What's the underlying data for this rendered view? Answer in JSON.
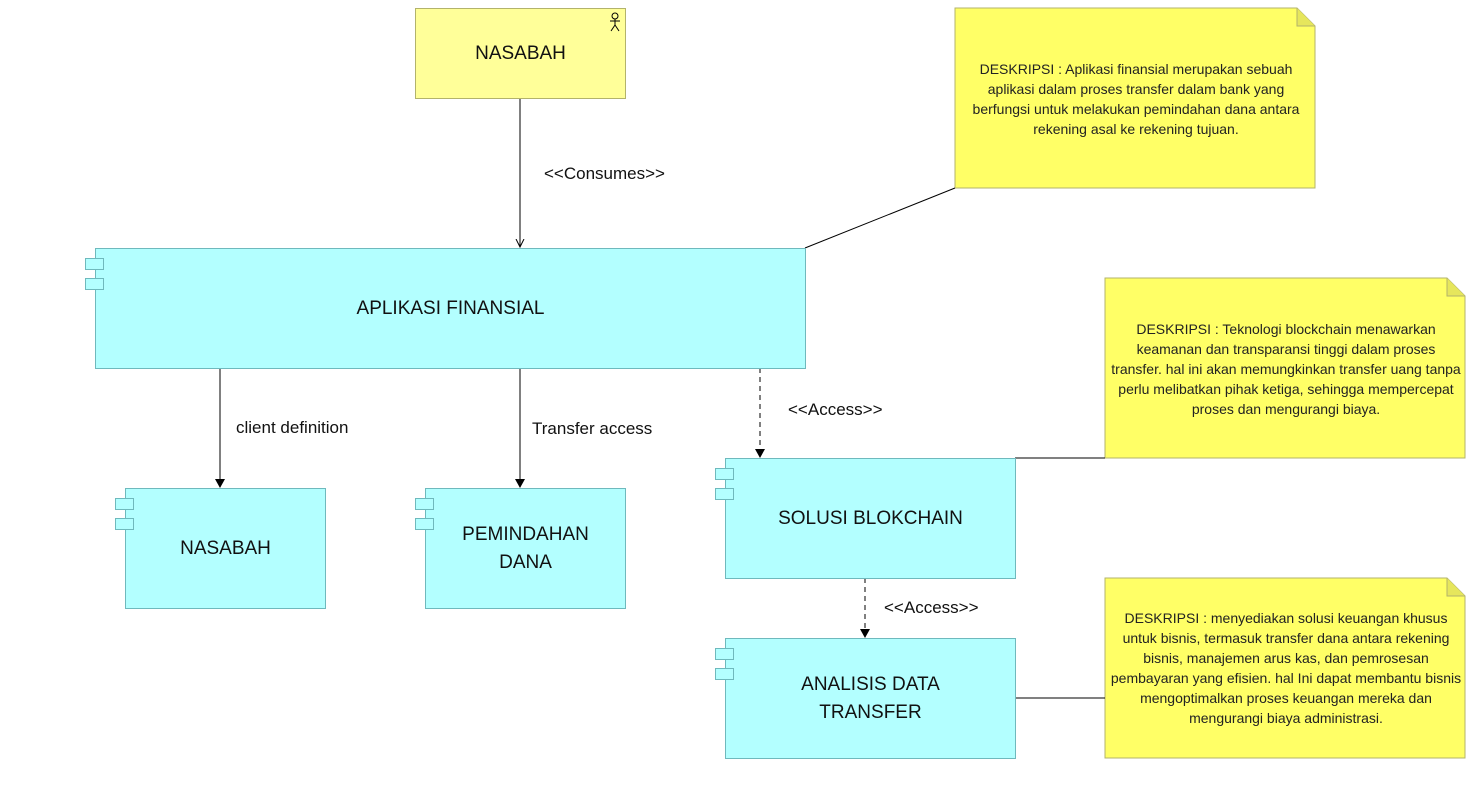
{
  "actor": {
    "name": "NASABAH"
  },
  "components": {
    "aplikasi": "APLIKASI FINANSIAL",
    "nasabah": "NASABAH",
    "pemindahan": "PEMINDAHAN DANA",
    "solusi": "SOLUSI BLOKCHAIN",
    "analisis": "ANALISIS DATA TRANSFER"
  },
  "relations": {
    "consumes": "<<Consumes>>",
    "client_definition": "client definition",
    "transfer_access": "Transfer access",
    "access_1": "<<Access>>",
    "access_2": "<<Access>>"
  },
  "notes": {
    "note_aplikasi": "DESKRIPSI : Aplikasi finansial merupakan sebuah aplikasi dalam proses transfer dalam bank yang berfungsi untuk melakukan pemindahan dana antara rekening asal ke rekening  tujuan.",
    "note_blockchain": "DESKRIPSI : Teknologi blockchain menawarkan keamanan dan transparansi tinggi dalam proses transfer. hal ini akan memungkinkan transfer uang tanpa perlu melibatkan pihak ketiga, sehingga mempercepat proses dan mengurangi biaya.",
    "note_analisis": "DESKRIPSI : menyediakan solusi keuangan khusus untuk bisnis, termasuk transfer dana antara rekening bisnis, manajemen arus kas, dan pemrosesan pembayaran yang efisien. hal Ini dapat membantu bisnis mengoptimalkan proses keuangan mereka dan mengurangi biaya administrasi."
  },
  "colors": {
    "component_fill": "#b3ffff",
    "component_border": "#6fb9bd",
    "note_fill": "#ffff66",
    "actor_fill": "#ffff99"
  }
}
